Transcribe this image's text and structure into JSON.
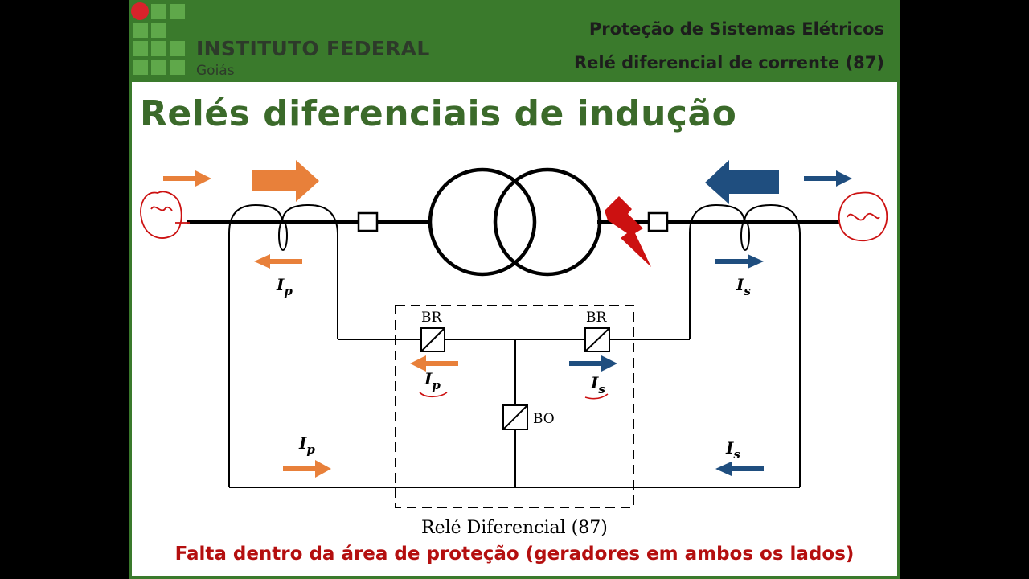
{
  "header": {
    "institution_name": "INSTITUTO FEDERAL",
    "institution_campus": "Goiás",
    "course_title": "Proteção de Sistemas Elétricos",
    "topic_title": "Relé diferencial de corrente (87)"
  },
  "slide": {
    "title": "Relés diferenciais de indução",
    "caption": "Falta dentro da área de proteção (geradores em ambos os lados)"
  },
  "diagram": {
    "relay_label": "Relé Diferencial (87)",
    "restraint_coil_left": "BR",
    "restraint_coil_right": "BR",
    "operating_coil": "BO",
    "current_primary": "I",
    "current_primary_sub": "p",
    "current_secondary": "I",
    "current_secondary_sub": "s"
  },
  "colors": {
    "primary_current": "#e8803a",
    "secondary_current": "#1f4e7f",
    "fault": "#cc1111",
    "annotation": "#cc1111",
    "brand_green": "#3a7a2c"
  }
}
